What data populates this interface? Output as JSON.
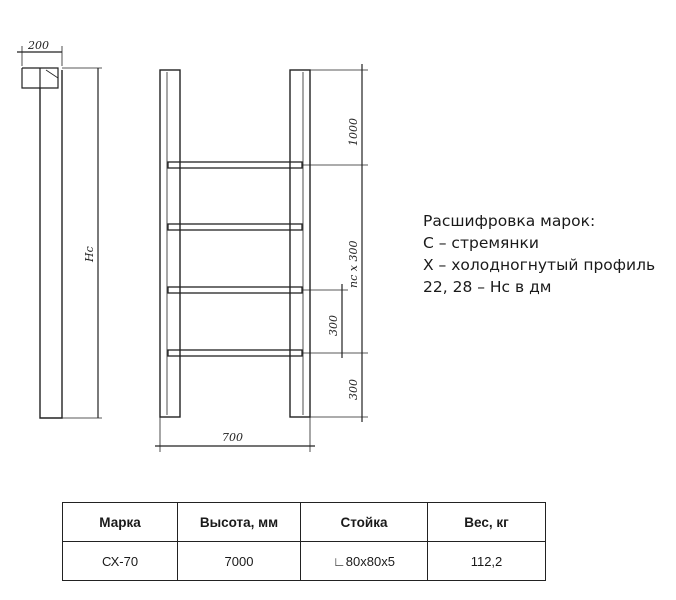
{
  "drawing": {
    "side_width_label": "200",
    "height_label": "Hc",
    "width_label": "700",
    "top_gap_label": "1000",
    "step_span_label": "nc x 300",
    "step_pitch_label": "300",
    "bottom_gap_label": "300"
  },
  "legend": {
    "title": "Расшифровка марок:",
    "lines": [
      "С – стремянки",
      "Х – холодногнутый профиль",
      "22, 28 – Нс в дм"
    ]
  },
  "table": {
    "headers": [
      "Марка",
      "Высота, мм",
      "Стойка",
      "Вес, кг"
    ],
    "rows": [
      [
        "СХ-70",
        "7000",
        "∟80х80х5",
        "112,2"
      ]
    ]
  }
}
